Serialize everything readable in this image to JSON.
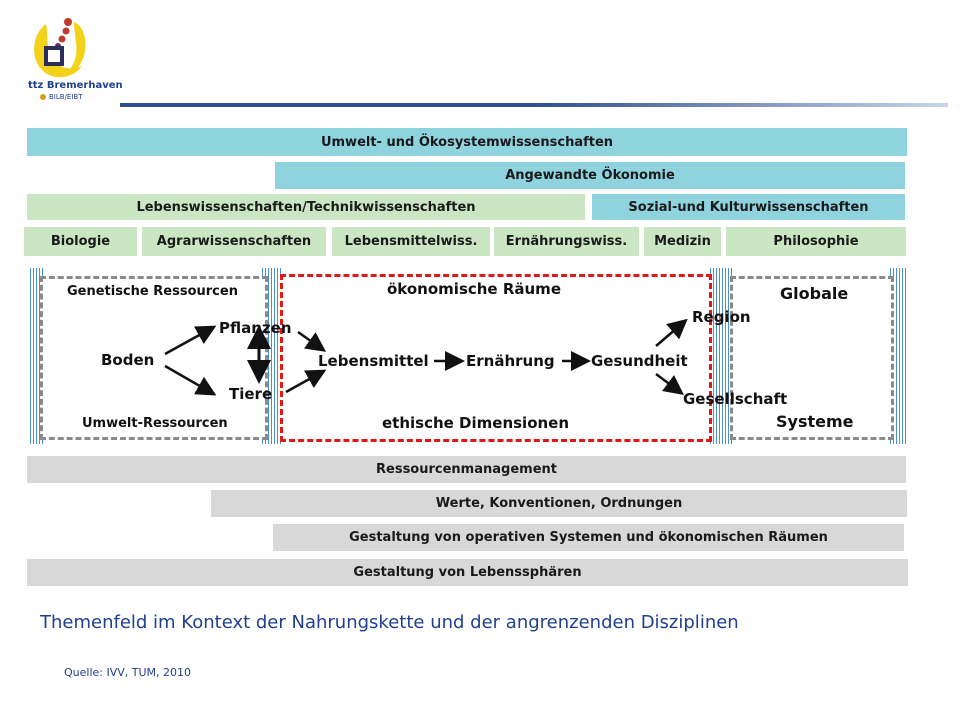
{
  "logo": {
    "org": "ttz Bremerhaven",
    "sub": "BILB/EIBT"
  },
  "diagram": {
    "row1": "Umwelt- und Ökosystemwissenschaften",
    "row2": "Angewandte Ökonomie",
    "row3_left": "Lebenswissenschaften/Technikwissenschaften",
    "row3_right": "Sozial-und Kulturwissenschaften",
    "disciplines": [
      "Biologie",
      "Agrarwissenschaften",
      "Lebensmittelwiss.",
      "Ernährungswiss.",
      "Medizin",
      "Philosophie"
    ],
    "left_box": {
      "top": "Genetische Ressourcen",
      "bottom": "Umwelt-Ressourcen"
    },
    "center_box": {
      "top": "ökonomische Räume",
      "bottom": "ethische Dimensionen"
    },
    "right_box": {
      "top": "Globale",
      "bottom": "Systeme"
    },
    "nodes": {
      "boden": "Boden",
      "pflanzen": "Pflanzen",
      "tiere": "Tiere",
      "lebensmittel": "Lebensmittel",
      "ernaehrung": "Ernährung",
      "gesundheit": "Gesundheit",
      "region": "Region",
      "gesellschaft": "Gesellschaft"
    },
    "bottom_bars": [
      "Ressourcenmanagement",
      "Werte, Konventionen, Ordnungen",
      "Gestaltung von operativen Systemen und ökonomischen  Räumen",
      "Gestaltung von Lebenssphären"
    ]
  },
  "caption": "Themenfeld im Kontext der Nahrungskette und der angrenzenden Disziplinen",
  "source": "Quelle: IVV, TUM, 2010",
  "colors": {
    "teal": "#8fd3df",
    "green": "#cbe6c3",
    "grey": "#d8d8d8",
    "red_dash": "#e01818",
    "caption_blue": "#1f3f8f"
  }
}
